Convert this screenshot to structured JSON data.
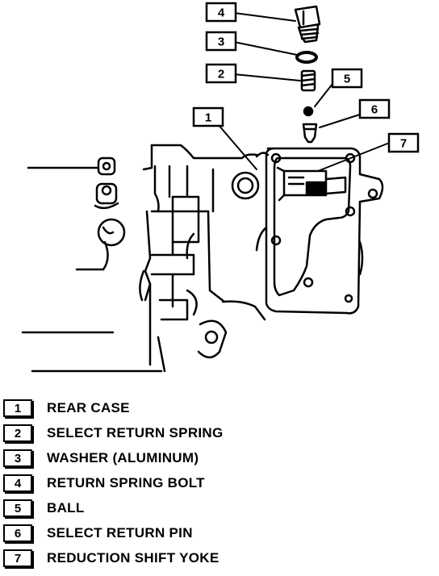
{
  "callouts": [
    {
      "number": "1",
      "label": "REAR CASE"
    },
    {
      "number": "2",
      "label": "SELECT RETURN SPRING"
    },
    {
      "number": "3",
      "label": "WASHER (ALUMINUM)"
    },
    {
      "number": "4",
      "label": "RETURN SPRING BOLT"
    },
    {
      "number": "5",
      "label": "BALL"
    },
    {
      "number": "6",
      "label": "SELECT RETURN PIN"
    },
    {
      "number": "7",
      "label": "REDUCTION SHIFT YOKE"
    }
  ]
}
